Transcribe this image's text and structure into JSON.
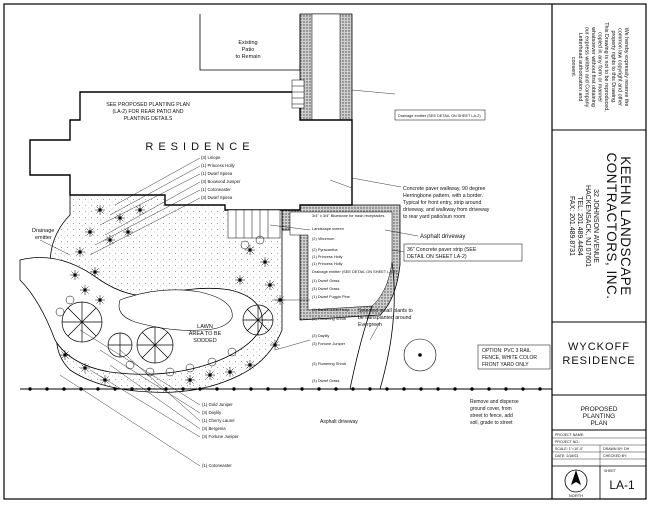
{
  "plan": {
    "existing_patio": [
      "Existing",
      "Patio",
      "to Remain"
    ],
    "see_plan_note": [
      "SEE PROPOSED PLANTING PLAN",
      "(LA-2) FOR REAR PATIO AND",
      "PLANTING DETAILS"
    ],
    "residence": "RESIDENCE",
    "drainage_emitter_left": [
      "Drainage",
      "emitter"
    ],
    "drainage_emitter_top": "Drainage emitter (SEE DETAIL ON SHEET LA-2)",
    "walkway_note": [
      "Concrete paver walkway, 90 degree",
      "Herringbone pattern, with a border.",
      "Typical for front entry, strip around",
      "driveway, and walkway from driveway",
      "to rear yard patio/sun room"
    ],
    "asphalt_driveway": "Asphalt driveway",
    "paver_strip_note": [
      "36\" Concrete paver strip (SEE",
      "DETAIL ON SHEET LA-2)"
    ],
    "lawn": [
      "LAWN",
      "AREA TO BE",
      "SODDED"
    ],
    "small_plants_note": [
      "Selected small plants to",
      "be transplanted around",
      "Evergreen"
    ],
    "fence_note": [
      "OPTION: PVC 3 RAIL",
      "FENCE, WHITE COLOR",
      "FRONT YARD ONLY"
    ],
    "remove_note": [
      "Remove and disperse",
      "ground cover, from",
      "street to fence, add",
      "soil, grade to street"
    ],
    "asphalt_driveway_bottom": "Asphalt driveway",
    "labels_upper": [
      "(3) Liriope",
      "(1) Princess Holly",
      "(1) Dwarf Spirea",
      "(3) Boxwood Juniper",
      "(1) Cotoneaster",
      "(3) Dwarf Spirea"
    ],
    "labels_right": [
      "3/4\" x 3/4\" Bluestone for trash receptacles",
      "Landscape screen",
      "(2) Viburnum",
      "(2) Pyracantha",
      "(1) Princess Holly",
      "(1) Princess Holly",
      "Drainage emitter (SEE DETAIL ON SHEET LA-2)",
      "(1) Dwarf Grass",
      "(3) Dwarf Grass",
      "(1) Dwarf Fuggin Pine",
      "(1) Dwarf Lunar Holly",
      "(1) Flowering Shrub",
      "(3) Daylily",
      "(3) Fortune Juniper",
      "(3) Flowering Shrub",
      "(3) Dwarf Grass"
    ],
    "labels_bottom": [
      "(1) Gold Juniper",
      "(3) Daylily",
      "(1) Cherry Laurel",
      "(3) Bergenia",
      "(3) Fortune Juniper",
      "(1) Cotoneaster"
    ]
  },
  "title_block": {
    "copyright": [
      "We hereby expressly reserve the",
      "common law copyright and other",
      "property rights to this Drawing.",
      "This Drawing is not to be reproduced,",
      "copied in any form or manner",
      "whatsoever without first obtaining",
      "our express written and Company",
      "Letterhead authorization and",
      "consent."
    ],
    "company": [
      "KEEHN LANDSCAPE",
      "CONTRACTORS, INC."
    ],
    "address": [
      "32 JOHNSON AVENUE",
      "HACKENSACK, NJ 07601",
      "TEL: 201.489.4484",
      "FAX: 201.489.8731"
    ],
    "project": [
      "WYCKOFF",
      "RESIDENCE"
    ],
    "sheet_title": [
      "PROPOSED",
      "PLANTING",
      "PLAN"
    ],
    "info_rows": [
      "PROJECT NAME:",
      "PROJECT NO.:",
      "SCALE: 1\"=10'-0\"",
      "DATE: 2/18/03"
    ],
    "drawn_by": "DRAWN BY: DH",
    "checked_by": "CHECKED BY:",
    "sheet_label": "SHEET",
    "sheet_number": "LA-1",
    "north": "NORTH"
  }
}
